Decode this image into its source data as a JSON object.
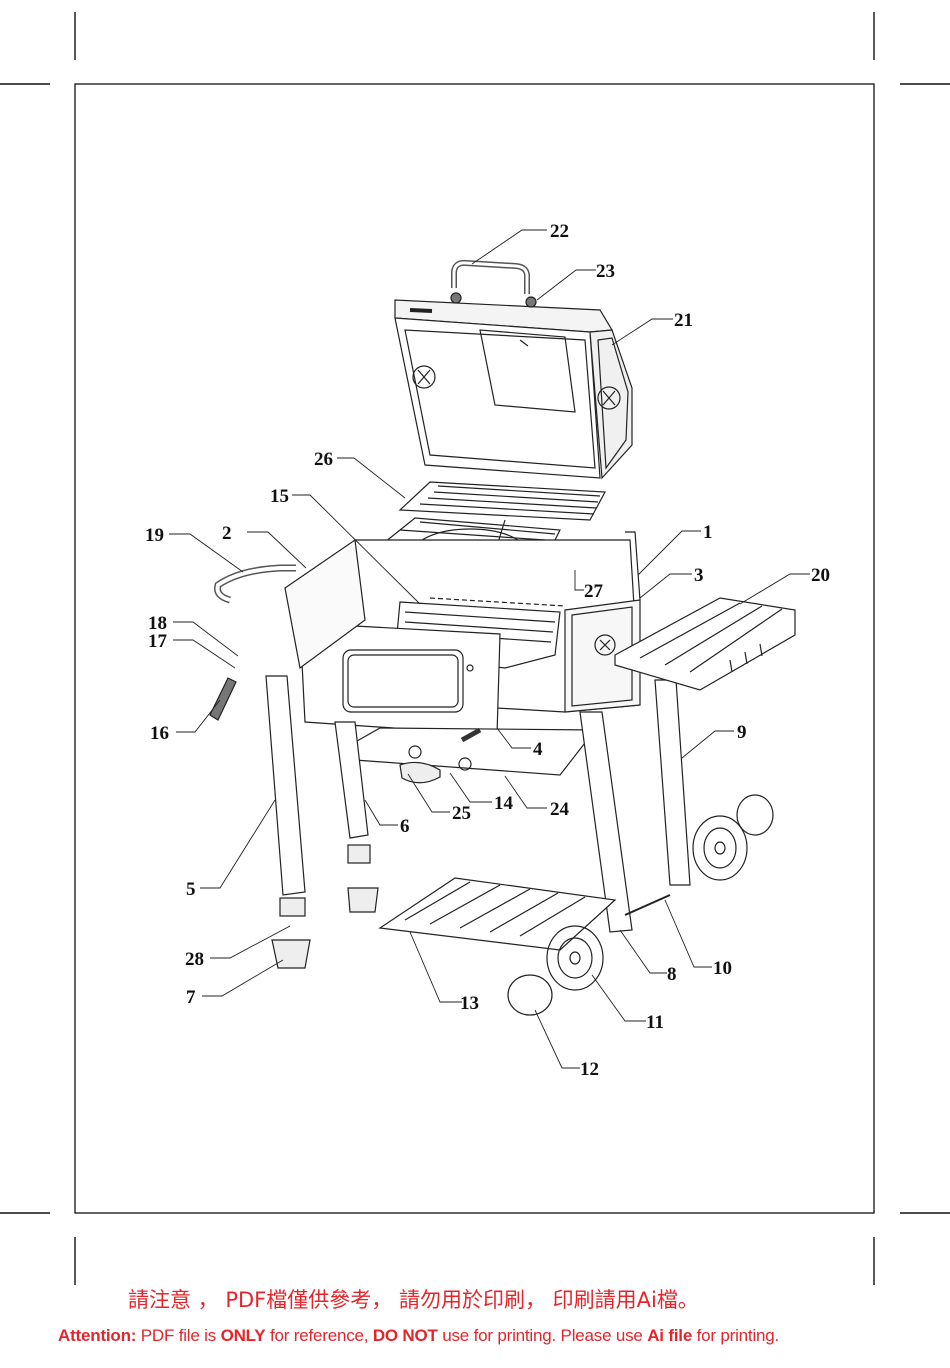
{
  "diagram": {
    "callouts": [
      "1",
      "2",
      "3",
      "4",
      "5",
      "6",
      "7",
      "8",
      "9",
      "10",
      "11",
      "12",
      "13",
      "14",
      "15",
      "16",
      "17",
      "18",
      "19",
      "20",
      "21",
      "22",
      "23",
      "24",
      "25",
      "26",
      "27",
      "28"
    ]
  },
  "notice": {
    "chinese": "請注意 ， PDF檔僅供參考， 請勿用於印刷， 印刷請用Ai檔。",
    "english": {
      "part1": "Attention:",
      "part2": " PDF file is ",
      "part3": "ONLY",
      "part4": " for reference, ",
      "part5": "DO NOT",
      "part6": " use for printing. Please use ",
      "part7": "Ai file",
      "part8": " for printing."
    },
    "color": "#e4262c"
  }
}
